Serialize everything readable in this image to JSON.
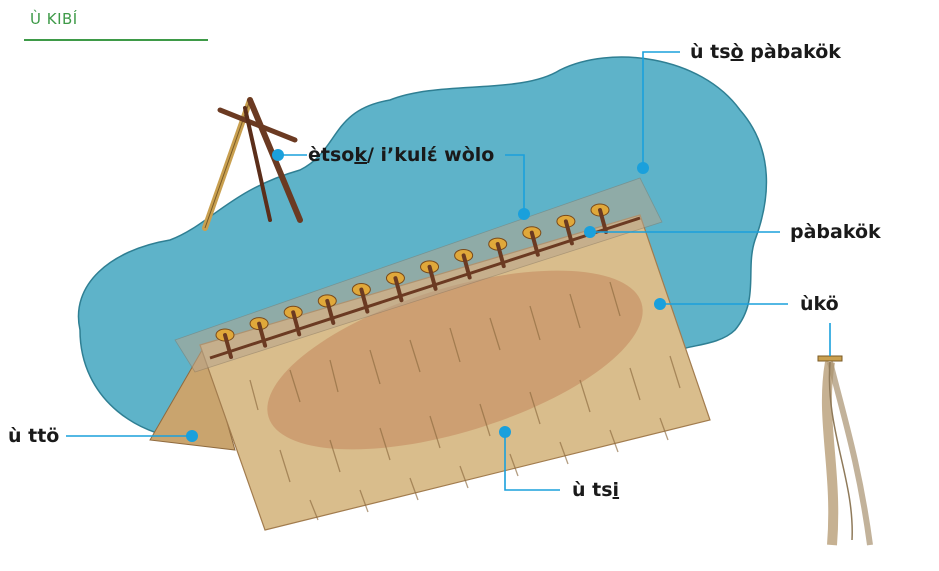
{
  "section": {
    "title": "Ù KIBÍ"
  },
  "labels": {
    "tso_pabakok": {
      "before": "ù ts",
      "underlined": "ò",
      "after": " pàbakök"
    },
    "etsok": {
      "before": "ètso",
      "underlined": "k",
      "after": "/ i’kulɛ́ wòlo"
    },
    "pabakok": {
      "text": "pàbakök"
    },
    "uko": {
      "text": "ùkö"
    },
    "utto": {
      "text": "ù ttö"
    },
    "utsi": {
      "before": "ù ts",
      "underlined": "i",
      "after": ""
    }
  },
  "colors": {
    "accent_green": "#3e9a48",
    "callout_blue": "#1aa0dc",
    "sky_blue": "#5eb3c9",
    "thatch_light": "#d9bd8c",
    "thatch_dark": "#b98c5a",
    "stick_brown": "#6b3a22"
  }
}
